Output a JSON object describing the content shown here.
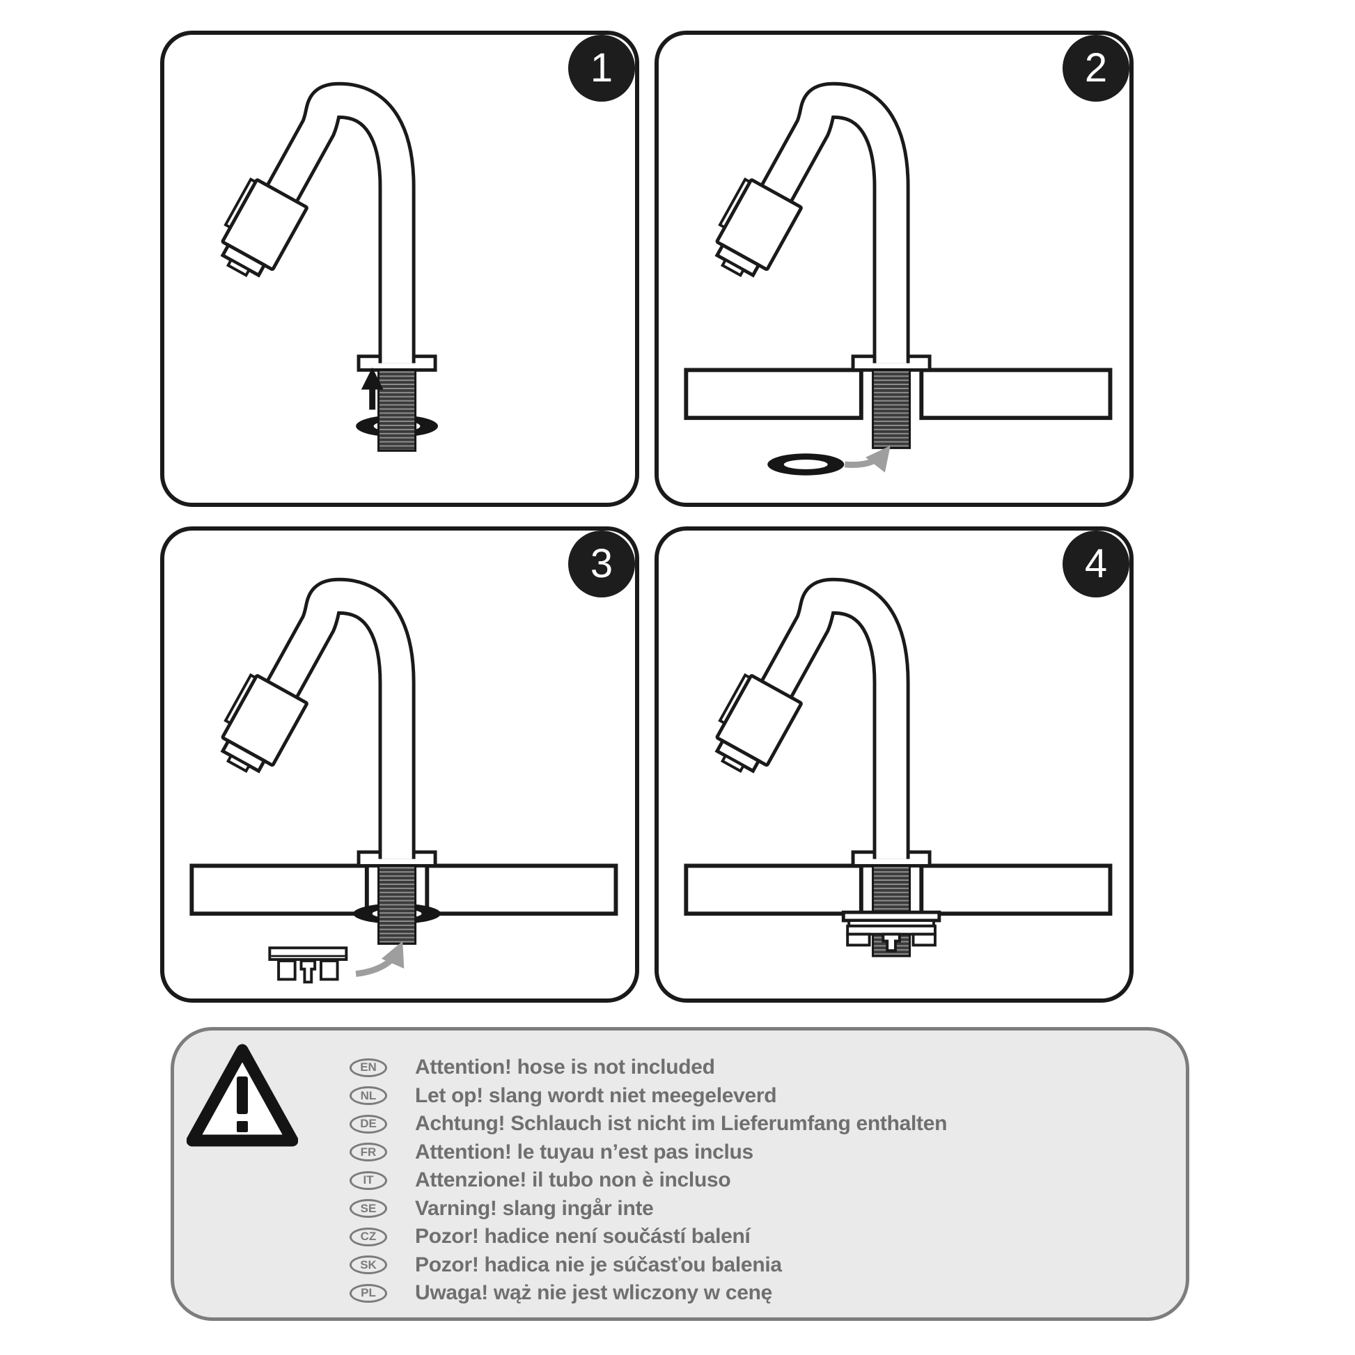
{
  "colors": {
    "line": "#1a1a1a",
    "badge_bg": "#1d1d1d",
    "badge_text": "#ffffff",
    "warning_box_bg": "#eaeaea",
    "warning_box_border": "#7d7d7d",
    "warning_text": "#6f6f6f",
    "arrow_gray": "#9e9e9e"
  },
  "steps": [
    {
      "number": "1"
    },
    {
      "number": "2"
    },
    {
      "number": "3"
    },
    {
      "number": "4"
    }
  ],
  "warning": {
    "icon": "warning-triangle-icon",
    "languages": [
      {
        "code": "EN",
        "text": "Attention! hose is not included"
      },
      {
        "code": "NL",
        "text": "Let op! slang wordt niet meegeleverd"
      },
      {
        "code": "DE",
        "text": "Achtung! Schlauch ist nicht im Lieferumfang enthalten"
      },
      {
        "code": "FR",
        "text": "Attention! le tuyau n’est pas inclus"
      },
      {
        "code": "IT",
        "text": "Attenzione! il tubo non è incluso"
      },
      {
        "code": "SE",
        "text": "Varning! slang ingår inte"
      },
      {
        "code": "CZ",
        "text": "Pozor! hadice není součástí balení"
      },
      {
        "code": "SK",
        "text": "Pozor! hadica nie je súčasťou balenia"
      },
      {
        "code": "PL",
        "text": "Uwaga! wąż nie jest wliczony w cenę"
      }
    ]
  }
}
